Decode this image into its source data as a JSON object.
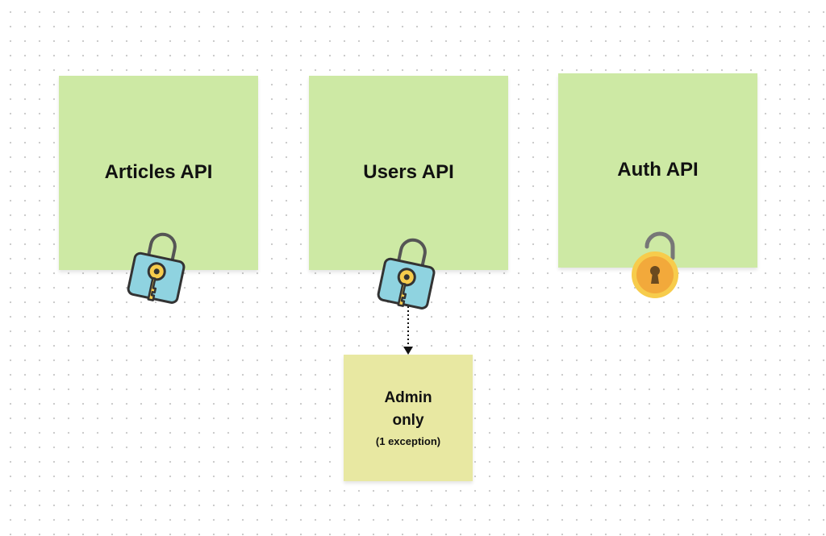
{
  "notes": [
    {
      "title": "Articles API",
      "lock": "closed-lock-key-icon"
    },
    {
      "title": "Users API",
      "lock": "closed-lock-key-icon"
    },
    {
      "title": "Auth API",
      "lock": "open-padlock-icon"
    }
  ],
  "admin_note": {
    "line1": "Admin",
    "line2": "only",
    "sub": "(1 exception)"
  },
  "colors": {
    "note_green": "#cde9a4",
    "note_yellow": "#e8e8a2",
    "lock_blue": "#8fd3e0",
    "key_yellow": "#f7cc4c",
    "padlock_orange": "#f2a93b"
  }
}
